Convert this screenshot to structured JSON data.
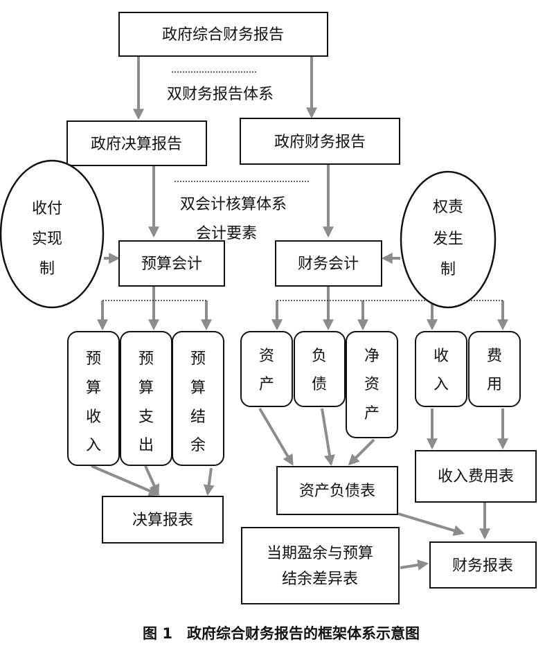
{
  "diagram": {
    "top": "政府综合财务报告",
    "dual_report_system": "双财务报告体系",
    "final_accounts_report": "政府决算报告",
    "financial_report": "政府财务报告",
    "dual_accounting_system": "双会计核算体系",
    "accounting_elements": "会计要素",
    "cash_basis": [
      "收付",
      "实现",
      "制"
    ],
    "accrual_basis": [
      "权责",
      "发生",
      "制"
    ],
    "budget_accounting": "预算会计",
    "financial_accounting": "财务会计",
    "budget_elements": [
      [
        "预",
        "算",
        "收",
        "入"
      ],
      [
        "预",
        "算",
        "支",
        "出"
      ],
      [
        "预",
        "算",
        "结",
        "余"
      ]
    ],
    "financial_elements": [
      [
        "资",
        "产"
      ],
      [
        "负",
        "债"
      ],
      [
        "净",
        "资",
        "产"
      ],
      [
        "收",
        "入"
      ],
      [
        "费",
        "用"
      ]
    ],
    "final_accounts_statement": "决算报表",
    "balance_sheet": "资产负债表",
    "income_expense_statement": "收入费用表",
    "surplus_difference_statement": [
      "当期盈余与预算",
      "结余差异表"
    ],
    "financial_statements": "财务报表"
  },
  "caption": "图 1　政府综合财务报告的框架体系示意图",
  "colors": {
    "arrow": "#8c8c8c",
    "stroke": "#111111"
  }
}
